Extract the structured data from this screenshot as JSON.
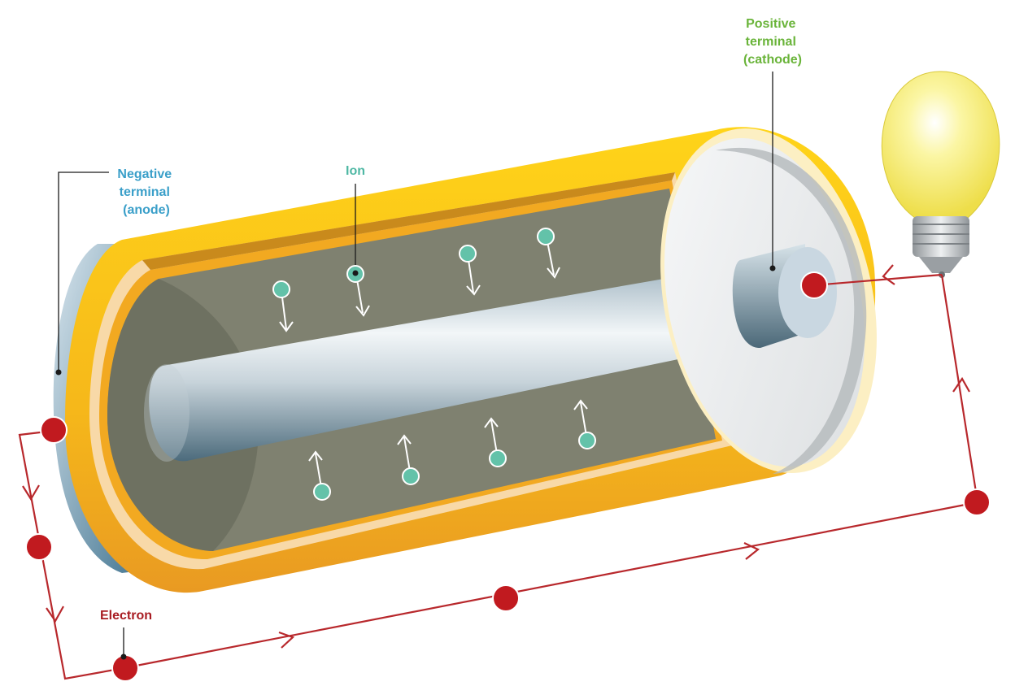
{
  "labels": {
    "negative": [
      "Negative",
      "terminal",
      "(anode)"
    ],
    "positive": [
      "Positive",
      "terminal",
      "(cathode)"
    ],
    "ion": "Ion",
    "electron": "Electron"
  },
  "colors": {
    "negative_label": "#3a9fc9",
    "positive_label": "#6ab43a",
    "ion_label": "#4fb8a4",
    "electron_label": "#a81c22",
    "wire": "#b8282c",
    "electron": "#c11a1f",
    "ion": "#63c2a9",
    "casing": "#f3b61c",
    "electrolyte": "#7f8170",
    "bulb": "#f7ee6a"
  },
  "icons": {
    "bulb": "light-bulb-icon"
  }
}
